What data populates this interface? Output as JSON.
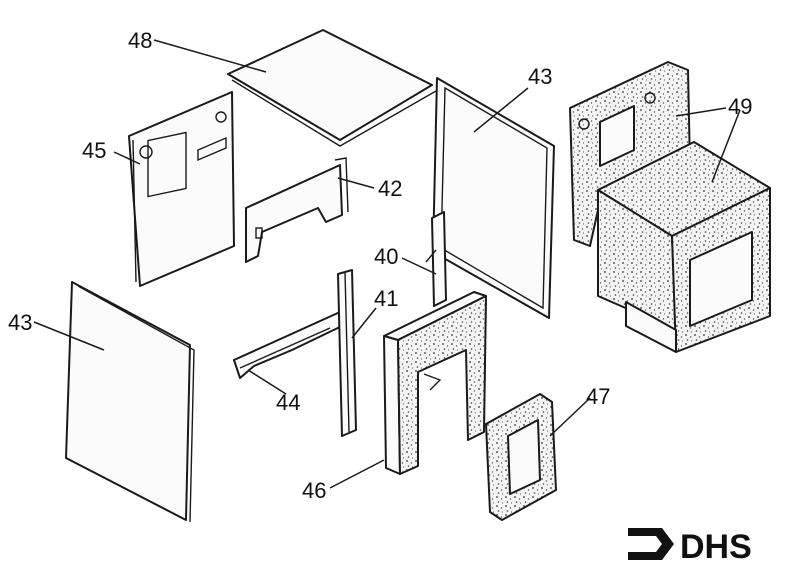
{
  "labels": {
    "p48": "48",
    "p45": "45",
    "p42": "42",
    "p43_top": "43",
    "p49": "49",
    "p40": "40",
    "p41": "41",
    "p43_left": "43",
    "p44": "44",
    "p46": "46",
    "p47": "47"
  },
  "logo": {
    "text": "DHS"
  },
  "colors": {
    "ink": "#1a1a1a",
    "paper": "#ffffff"
  }
}
